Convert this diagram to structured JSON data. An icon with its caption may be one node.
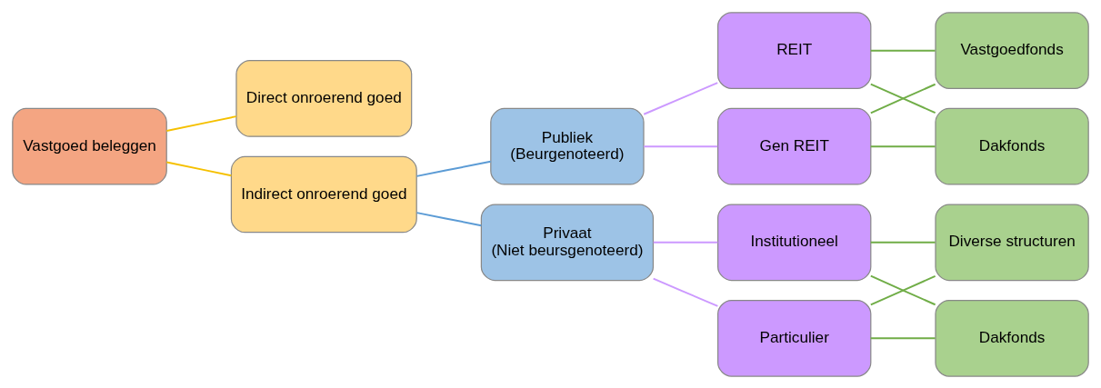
{
  "diagram": {
    "nodes": [
      {
        "text": [
          "Vastgoed beleggen"
        ]
      },
      {
        "text": [
          "Direct onroerend goed"
        ]
      },
      {
        "text": [
          "Indirect onroerend goed"
        ]
      },
      {
        "text": [
          "Publiek",
          "(Beurgenoteerd)"
        ]
      },
      {
        "text": [
          "Privaat",
          "(Niet beursgenoteerd)"
        ]
      },
      {
        "text": [
          "REIT"
        ]
      },
      {
        "text": [
          "Gen REIT"
        ]
      },
      {
        "text": [
          "Institutioneel"
        ]
      },
      {
        "text": [
          "Particulier"
        ]
      },
      {
        "text": [
          "Vastgoedfonds"
        ]
      },
      {
        "text": [
          "Dakfonds"
        ]
      },
      {
        "text": [
          "Diverse structuren"
        ]
      },
      {
        "text": [
          "Dakfonds"
        ]
      }
    ],
    "edges": [
      {
        "from": 0,
        "to": 1,
        "arrow": "none",
        "color": "#f5c000"
      },
      {
        "from": 0,
        "to": 2,
        "arrow": "none",
        "color": "#f5c000"
      },
      {
        "from": 2,
        "to": 3,
        "arrow": "none",
        "color": "#5b9bd5"
      },
      {
        "from": 2,
        "to": 4,
        "arrow": "none",
        "color": "#5b9bd5"
      },
      {
        "from": 3,
        "to": 5,
        "arrow": "none",
        "color": "#cc99ff"
      },
      {
        "from": 3,
        "to": 6,
        "arrow": "none",
        "color": "#cc99ff"
      },
      {
        "from": 4,
        "to": 7,
        "arrow": "none",
        "color": "#cc99ff"
      },
      {
        "from": 4,
        "to": 8,
        "arrow": "none",
        "color": "#cc99ff"
      },
      {
        "from": 5,
        "to": 9,
        "arrow": "none"
      },
      {
        "from": 5,
        "to": 10,
        "arrow": "none"
      },
      {
        "from": 6,
        "to": 9,
        "arrow": "none"
      },
      {
        "from": 6,
        "to": 10,
        "arrow": "none"
      },
      {
        "from": 7,
        "to": 11,
        "arrow": "none"
      },
      {
        "from": 7,
        "to": 12,
        "arrow": "none"
      },
      {
        "from": 8,
        "to": 11,
        "arrow": "none"
      },
      {
        "from": 8,
        "to": 12,
        "arrow": "none"
      }
    ]
  }
}
